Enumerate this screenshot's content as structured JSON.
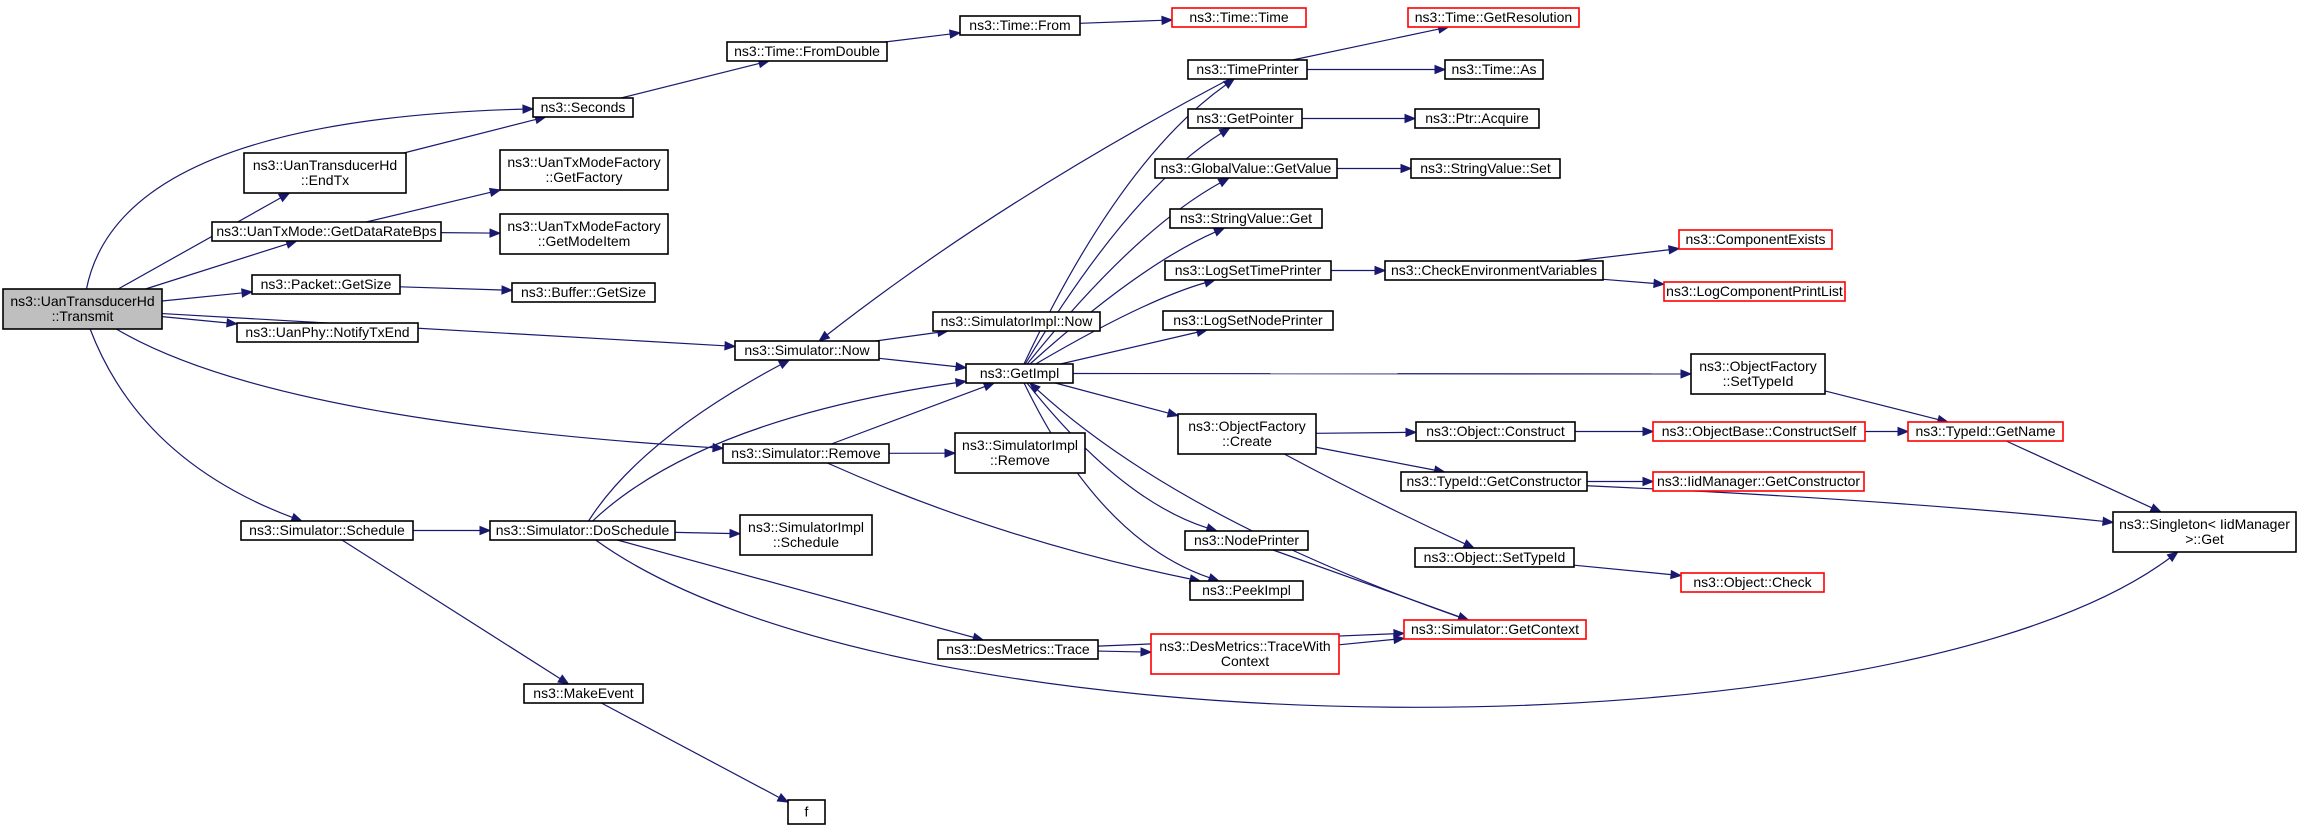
{
  "colors": {
    "edge": "#191970",
    "root_fill": "#bfbfbf",
    "normal_border": "#000000",
    "truncated_border": "#ff0000",
    "node_fill": "#ffffff"
  },
  "nodes": [
    {
      "id": "transmit",
      "lines": [
        "ns3::UanTransducerHd",
        "::Transmit"
      ],
      "style": "root"
    },
    {
      "id": "seconds",
      "lines": [
        "ns3::Seconds"
      ],
      "style": "normal"
    },
    {
      "id": "endtx",
      "lines": [
        "ns3::UanTransducerHd",
        "::EndTx"
      ],
      "style": "normal"
    },
    {
      "id": "getdataratebps",
      "lines": [
        "ns3::UanTxMode::GetDataRateBps"
      ],
      "style": "normal"
    },
    {
      "id": "packetgetsize",
      "lines": [
        "ns3::Packet::GetSize"
      ],
      "style": "normal"
    },
    {
      "id": "notifytxend",
      "lines": [
        "ns3::UanPhy::NotifyTxEnd"
      ],
      "style": "normal"
    },
    {
      "id": "schedule",
      "lines": [
        "ns3::Simulator::Schedule"
      ],
      "style": "normal"
    },
    {
      "id": "fromdouble",
      "lines": [
        "ns3::Time::FromDouble"
      ],
      "style": "normal"
    },
    {
      "id": "getfactory",
      "lines": [
        "ns3::UanTxModeFactory",
        "::GetFactory"
      ],
      "style": "normal"
    },
    {
      "id": "getmodeitem",
      "lines": [
        "ns3::UanTxModeFactory",
        "::GetModeItem"
      ],
      "style": "normal"
    },
    {
      "id": "buffergetsize",
      "lines": [
        "ns3::Buffer::GetSize"
      ],
      "style": "normal"
    },
    {
      "id": "simnow",
      "lines": [
        "ns3::Simulator::Now"
      ],
      "style": "normal"
    },
    {
      "id": "simremove",
      "lines": [
        "ns3::Simulator::Remove"
      ],
      "style": "normal"
    },
    {
      "id": "doschedule",
      "lines": [
        "ns3::Simulator::DoSchedule"
      ],
      "style": "normal"
    },
    {
      "id": "makeevent",
      "lines": [
        "ns3::MakeEvent"
      ],
      "style": "normal"
    },
    {
      "id": "f",
      "lines": [
        "f"
      ],
      "style": "normal"
    },
    {
      "id": "timefrom",
      "lines": [
        "ns3::Time::From"
      ],
      "style": "normal"
    },
    {
      "id": "timetime",
      "lines": [
        "ns3::Time::Time"
      ],
      "style": "truncated"
    },
    {
      "id": "implnow",
      "lines": [
        "ns3::SimulatorImpl::Now"
      ],
      "style": "normal"
    },
    {
      "id": "getimpl",
      "lines": [
        "ns3::GetImpl"
      ],
      "style": "normal"
    },
    {
      "id": "implremove",
      "lines": [
        "ns3::SimulatorImpl",
        "::Remove"
      ],
      "style": "normal"
    },
    {
      "id": "implschedule",
      "lines": [
        "ns3::SimulatorImpl",
        "::Schedule"
      ],
      "style": "normal"
    },
    {
      "id": "destrace",
      "lines": [
        "ns3::DesMetrics::Trace"
      ],
      "style": "normal"
    },
    {
      "id": "timeprinter",
      "lines": [
        "ns3::TimePrinter"
      ],
      "style": "normal"
    },
    {
      "id": "getpointer",
      "lines": [
        "ns3::GetPointer"
      ],
      "style": "normal"
    },
    {
      "id": "gvgetvalue",
      "lines": [
        "ns3::GlobalValue::GetValue"
      ],
      "style": "normal"
    },
    {
      "id": "svget",
      "lines": [
        "ns3::StringValue::Get"
      ],
      "style": "normal"
    },
    {
      "id": "logsettimeprinter",
      "lines": [
        "ns3::LogSetTimePrinter"
      ],
      "style": "normal"
    },
    {
      "id": "logsetnodeprinter",
      "lines": [
        "ns3::LogSetNodePrinter"
      ],
      "style": "normal"
    },
    {
      "id": "ofcreate",
      "lines": [
        "ns3::ObjectFactory",
        "::Create"
      ],
      "style": "normal"
    },
    {
      "id": "nodeprinter",
      "lines": [
        "ns3::NodePrinter"
      ],
      "style": "normal"
    },
    {
      "id": "peekimpl",
      "lines": [
        "ns3::PeekImpl"
      ],
      "style": "normal"
    },
    {
      "id": "tracewithcontext",
      "lines": [
        "ns3::DesMetrics::TraceWith",
        "Context"
      ],
      "style": "truncated"
    },
    {
      "id": "getresolution",
      "lines": [
        "ns3::Time::GetResolution"
      ],
      "style": "truncated"
    },
    {
      "id": "timeas",
      "lines": [
        "ns3::Time::As"
      ],
      "style": "normal"
    },
    {
      "id": "ptracquire",
      "lines": [
        "ns3::Ptr::Acquire"
      ],
      "style": "normal"
    },
    {
      "id": "svset",
      "lines": [
        "ns3::StringValue::Set"
      ],
      "style": "normal"
    },
    {
      "id": "checkenv",
      "lines": [
        "ns3::CheckEnvironmentVariables"
      ],
      "style": "normal"
    },
    {
      "id": "objconstruct",
      "lines": [
        "ns3::Object::Construct"
      ],
      "style": "normal"
    },
    {
      "id": "getconstructor",
      "lines": [
        "ns3::TypeId::GetConstructor"
      ],
      "style": "normal"
    },
    {
      "id": "objsettypeid",
      "lines": [
        "ns3::Object::SetTypeId"
      ],
      "style": "normal"
    },
    {
      "id": "simgetcontext",
      "lines": [
        "ns3::Simulator::GetContext"
      ],
      "style": "truncated"
    },
    {
      "id": "componentexists",
      "lines": [
        "ns3::ComponentExists"
      ],
      "style": "truncated"
    },
    {
      "id": "logcomponentprintlist",
      "lines": [
        "ns3::LogComponentPrintList"
      ],
      "style": "truncated"
    },
    {
      "id": "ofsettypeid",
      "lines": [
        "ns3::ObjectFactory",
        "::SetTypeId"
      ],
      "style": "normal"
    },
    {
      "id": "constructself",
      "lines": [
        "ns3::ObjectBase::ConstructSelf"
      ],
      "style": "truncated"
    },
    {
      "id": "iidgetconstructor",
      "lines": [
        "ns3::IidManager::GetConstructor"
      ],
      "style": "truncated"
    },
    {
      "id": "objcheck",
      "lines": [
        "ns3::Object::Check"
      ],
      "style": "truncated"
    },
    {
      "id": "typeidgetname",
      "lines": [
        "ns3::TypeId::GetName"
      ],
      "style": "truncated"
    },
    {
      "id": "singletonget",
      "lines": [
        "ns3::Singleton< IidManager",
        " >::Get"
      ],
      "style": "normal"
    }
  ],
  "edges": [
    [
      "transmit",
      "seconds"
    ],
    [
      "transmit",
      "endtx"
    ],
    [
      "transmit",
      "getdataratebps"
    ],
    [
      "transmit",
      "packetgetsize"
    ],
    [
      "transmit",
      "notifytxend"
    ],
    [
      "transmit",
      "simnow"
    ],
    [
      "transmit",
      "simremove"
    ],
    [
      "transmit",
      "schedule"
    ],
    [
      "endtx",
      "seconds"
    ],
    [
      "seconds",
      "fromdouble"
    ],
    [
      "fromdouble",
      "timefrom"
    ],
    [
      "timefrom",
      "timetime"
    ],
    [
      "getdataratebps",
      "getfactory"
    ],
    [
      "getdataratebps",
      "getmodeitem"
    ],
    [
      "packetgetsize",
      "buffergetsize"
    ],
    [
      "schedule",
      "doschedule"
    ],
    [
      "schedule",
      "makeevent"
    ],
    [
      "makeevent",
      "f"
    ],
    [
      "doschedule",
      "simnow"
    ],
    [
      "doschedule",
      "getimpl"
    ],
    [
      "doschedule",
      "implschedule"
    ],
    [
      "doschedule",
      "destrace"
    ],
    [
      "doschedule",
      "singletonget"
    ],
    [
      "simnow",
      "implnow"
    ],
    [
      "simnow",
      "getimpl"
    ],
    [
      "simremove",
      "getimpl"
    ],
    [
      "simremove",
      "implremove"
    ],
    [
      "simremove",
      "peekimpl"
    ],
    [
      "destrace",
      "tracewithcontext"
    ],
    [
      "destrace",
      "simgetcontext"
    ],
    [
      "tracewithcontext",
      "simgetcontext"
    ],
    [
      "getimpl",
      "timeprinter"
    ],
    [
      "getimpl",
      "getpointer"
    ],
    [
      "getimpl",
      "gvgetvalue"
    ],
    [
      "getimpl",
      "svget"
    ],
    [
      "getimpl",
      "logsettimeprinter"
    ],
    [
      "getimpl",
      "logsetnodeprinter"
    ],
    [
      "getimpl",
      "ofsettypeid"
    ],
    [
      "getimpl",
      "ofcreate"
    ],
    [
      "getimpl",
      "nodeprinter"
    ],
    [
      "getimpl",
      "peekimpl"
    ],
    [
      "timeprinter",
      "simnow"
    ],
    [
      "timeprinter",
      "getresolution"
    ],
    [
      "timeprinter",
      "timeas"
    ],
    [
      "getpointer",
      "ptracquire"
    ],
    [
      "gvgetvalue",
      "svset"
    ],
    [
      "logsettimeprinter",
      "checkenv"
    ],
    [
      "checkenv",
      "componentexists"
    ],
    [
      "checkenv",
      "logcomponentprintlist"
    ],
    [
      "ofcreate",
      "objconstruct"
    ],
    [
      "ofcreate",
      "getconstructor"
    ],
    [
      "ofcreate",
      "objsettypeid"
    ],
    [
      "objconstruct",
      "constructself"
    ],
    [
      "constructself",
      "typeidgetname"
    ],
    [
      "getconstructor",
      "iidgetconstructor"
    ],
    [
      "getconstructor",
      "singletonget"
    ],
    [
      "objsettypeid",
      "objcheck"
    ],
    [
      "nodeprinter",
      "simgetcontext"
    ],
    [
      "simgetcontext",
      "getimpl"
    ],
    [
      "ofsettypeid",
      "typeidgetname"
    ],
    [
      "typeidgetname",
      "singletonget"
    ]
  ]
}
